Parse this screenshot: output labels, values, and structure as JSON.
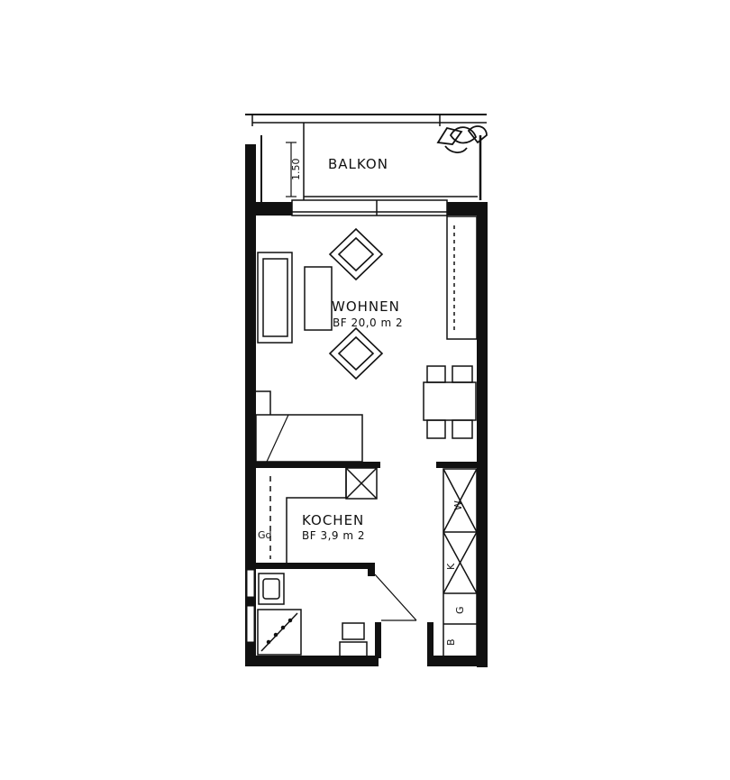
{
  "plan": {
    "balcony": {
      "label": "BALKON",
      "depth": "1.50"
    },
    "living": {
      "label": "WOHNEN",
      "area": "BF 20,0 m 2"
    },
    "kitchen": {
      "label": "KOCHEN",
      "area": "BF 3,9 m 2"
    },
    "wardrobe": {
      "label": "Gd"
    },
    "units": {
      "w": "W",
      "k": "K",
      "g": "G",
      "b": "B"
    }
  },
  "colors": {
    "ink": "#111111",
    "paper": "#ffffff"
  }
}
